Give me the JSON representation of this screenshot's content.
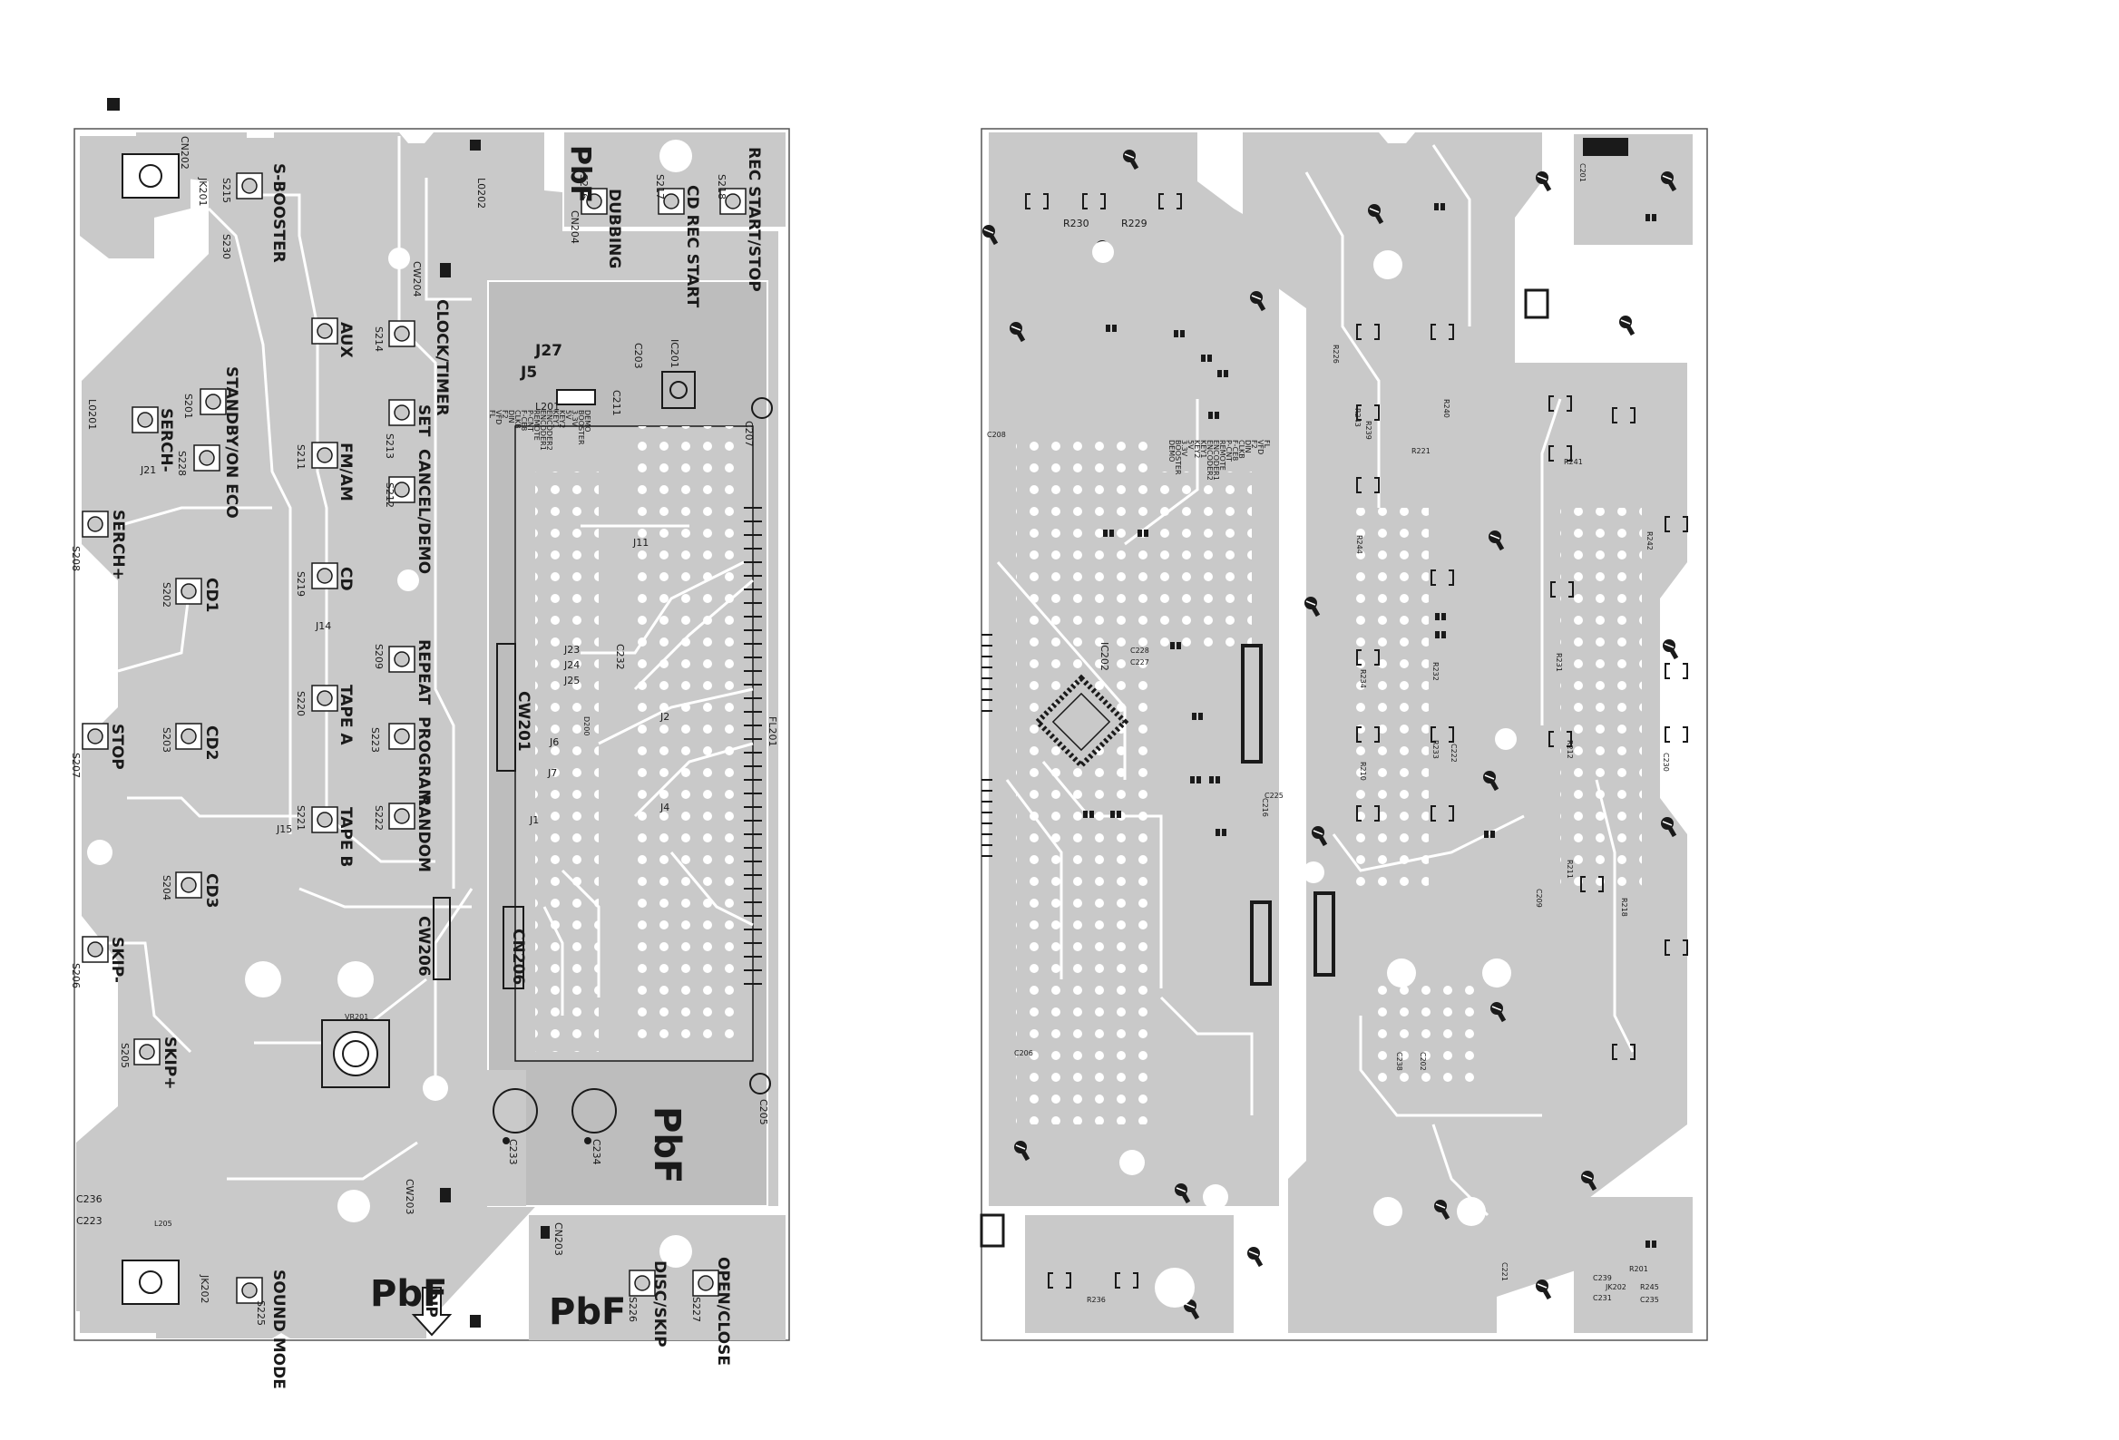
{
  "board_left": {
    "switch_labels": [
      {
        "id": "sboost",
        "text": "S-BOOSTER"
      },
      {
        "id": "standby",
        "text": "STANDBY/ON ECO"
      },
      {
        "id": "serch_m",
        "text": "SERCH-"
      },
      {
        "id": "serch_p",
        "text": "SERCH+"
      },
      {
        "id": "aux",
        "text": "AUX"
      },
      {
        "id": "fmam",
        "text": "FM/AM"
      },
      {
        "id": "clock",
        "text": "CLOCK/TIMER"
      },
      {
        "id": "set",
        "text": "SET"
      },
      {
        "id": "cancel",
        "text": "CANCEL/DEMO"
      },
      {
        "id": "cd",
        "text": "CD"
      },
      {
        "id": "cd1",
        "text": "CD1"
      },
      {
        "id": "cd2",
        "text": "CD2"
      },
      {
        "id": "cd3",
        "text": "CD3"
      },
      {
        "id": "stop",
        "text": "STOP"
      },
      {
        "id": "repeat",
        "text": "REPEAT"
      },
      {
        "id": "tapea",
        "text": "TAPE A"
      },
      {
        "id": "program",
        "text": "PROGRAM"
      },
      {
        "id": "random",
        "text": "RANDOM"
      },
      {
        "id": "tapeb",
        "text": "TAPE B"
      },
      {
        "id": "skip_m",
        "text": "SKIP-"
      },
      {
        "id": "skip_p",
        "text": "SKIP+"
      },
      {
        "id": "sound",
        "text": "SOUND MODE"
      },
      {
        "id": "dubbing",
        "text": "DUBBING"
      },
      {
        "id": "cdrec",
        "text": "CD REC START"
      },
      {
        "id": "recss",
        "text": "REC START/STOP"
      },
      {
        "id": "discskip",
        "text": "DISC/SKIP"
      },
      {
        "id": "openclose",
        "text": "OPEN/CLOSE"
      }
    ],
    "component_labels": [
      {
        "id": "s215",
        "text": "S215"
      },
      {
        "id": "s230",
        "text": "S230"
      },
      {
        "id": "s214",
        "text": "S214"
      },
      {
        "id": "s201",
        "text": "S201"
      },
      {
        "id": "s228",
        "text": "S228"
      },
      {
        "id": "s211",
        "text": "S211"
      },
      {
        "id": "s213",
        "text": "S213"
      },
      {
        "id": "s212",
        "text": "S212"
      },
      {
        "id": "s208",
        "text": "S208"
      },
      {
        "id": "s202",
        "text": "S202"
      },
      {
        "id": "s219",
        "text": "S219"
      },
      {
        "id": "s209",
        "text": "S209"
      },
      {
        "id": "s207",
        "text": "S207"
      },
      {
        "id": "s203",
        "text": "S203"
      },
      {
        "id": "s220",
        "text": "S220"
      },
      {
        "id": "s223",
        "text": "S223"
      },
      {
        "id": "s204",
        "text": "S204"
      },
      {
        "id": "s221",
        "text": "S221"
      },
      {
        "id": "s222",
        "text": "S222"
      },
      {
        "id": "s206",
        "text": "S206"
      },
      {
        "id": "s205",
        "text": "S205"
      },
      {
        "id": "s225",
        "text": "S225"
      },
      {
        "id": "s216",
        "text": "S216"
      },
      {
        "id": "s217",
        "text": "S217"
      },
      {
        "id": "s218",
        "text": "S218"
      },
      {
        "id": "s226",
        "text": "S226"
      },
      {
        "id": "s227",
        "text": "S227"
      },
      {
        "id": "l0202",
        "text": "L0202"
      },
      {
        "id": "l0201",
        "text": "L0201"
      },
      {
        "id": "cw204",
        "text": "CW204"
      },
      {
        "id": "cw201",
        "text": "CW201"
      },
      {
        "id": "cw206",
        "text": "CW206"
      },
      {
        "id": "cw203",
        "text": "CW203"
      },
      {
        "id": "cn202",
        "text": "CN202"
      },
      {
        "id": "cn206",
        "text": "CN206"
      },
      {
        "id": "cn204",
        "text": "CN204"
      },
      {
        "id": "cn203",
        "text": "CN203"
      },
      {
        "id": "jk201",
        "text": "JK201"
      },
      {
        "id": "jk202",
        "text": "JK202"
      },
      {
        "id": "c236",
        "text": "C236"
      },
      {
        "id": "c223",
        "text": "C223"
      },
      {
        "id": "c233",
        "text": "C233"
      },
      {
        "id": "c234",
        "text": "C234"
      },
      {
        "id": "c205",
        "text": "C205"
      },
      {
        "id": "c207",
        "text": "C207"
      },
      {
        "id": "c203",
        "text": "C203"
      },
      {
        "id": "c211",
        "text": "C211"
      },
      {
        "id": "c232",
        "text": "C232"
      },
      {
        "id": "j27",
        "text": "J27"
      },
      {
        "id": "j5",
        "text": "J5"
      },
      {
        "id": "j11",
        "text": "J11"
      },
      {
        "id": "j23",
        "text": "J23"
      },
      {
        "id": "j24",
        "text": "J24"
      },
      {
        "id": "j25",
        "text": "J25"
      },
      {
        "id": "j2",
        "text": "J2"
      },
      {
        "id": "j6",
        "text": "J6"
      },
      {
        "id": "j7",
        "text": "J7"
      },
      {
        "id": "j1",
        "text": "J1"
      },
      {
        "id": "j4",
        "text": "J4"
      },
      {
        "id": "j21",
        "text": "J21"
      },
      {
        "id": "j15",
        "text": "J15"
      },
      {
        "id": "j14",
        "text": "J14"
      },
      {
        "id": "l201",
        "text": "L201"
      },
      {
        "id": "ic201",
        "text": "IC201"
      },
      {
        "id": "fl201",
        "text": "FL201"
      },
      {
        "id": "vr201",
        "text": "VR201"
      },
      {
        "id": "l205",
        "text": "L205"
      },
      {
        "id": "d200",
        "text": "D200"
      }
    ],
    "pin_labels": [
      "FL",
      "VFD",
      "F2",
      "DIN",
      "CLKB",
      "F-CE8",
      "P-CNT",
      "REMOTE",
      "ENCODER1",
      "ENCODER2",
      "KEY1",
      "KEY2",
      "5V",
      "3.3V",
      "BOOSTER",
      "DEMO"
    ],
    "markings": [
      {
        "id": "pbf1",
        "text": "PbF"
      },
      {
        "id": "pbf2",
        "text": "PbF"
      },
      {
        "id": "pbf3",
        "text": "PbF"
      },
      {
        "id": "pbf4",
        "text": "PbF"
      },
      {
        "id": "dip",
        "text": "DIP"
      }
    ]
  },
  "board_right": {
    "component_labels": [
      {
        "id": "r230",
        "text": "R230"
      },
      {
        "id": "r229",
        "text": "R229"
      },
      {
        "id": "c208",
        "text": "C208"
      },
      {
        "id": "c206",
        "text": "C206"
      },
      {
        "id": "ic202",
        "text": "IC202"
      },
      {
        "id": "c228",
        "text": "C228"
      },
      {
        "id": "c227",
        "text": "C227"
      },
      {
        "id": "c225",
        "text": "C225"
      },
      {
        "id": "r236",
        "text": "R236"
      },
      {
        "id": "r226",
        "text": "R226"
      },
      {
        "id": "r218",
        "text": "R218"
      },
      {
        "id": "r241",
        "text": "R241"
      },
      {
        "id": "c201",
        "text": "C201"
      },
      {
        "id": "r201",
        "text": "R201"
      },
      {
        "id": "jk202r",
        "text": "JK202"
      },
      {
        "id": "c231",
        "text": "C231"
      },
      {
        "id": "r239",
        "text": "R239"
      },
      {
        "id": "r245",
        "text": "R245"
      },
      {
        "id": "c235",
        "text": "C235"
      },
      {
        "id": "c222",
        "text": "C222"
      },
      {
        "id": "r240",
        "text": "R240"
      },
      {
        "id": "r243",
        "text": "R243"
      },
      {
        "id": "r244",
        "text": "R244"
      },
      {
        "id": "c230",
        "text": "C230"
      },
      {
        "id": "r212",
        "text": "R212"
      },
      {
        "id": "r211",
        "text": "R211"
      },
      {
        "id": "c238",
        "text": "C238"
      },
      {
        "id": "c202",
        "text": "C202"
      },
      {
        "id": "r242",
        "text": "R242"
      },
      {
        "id": "r210",
        "text": "R210"
      },
      {
        "id": "r234",
        "text": "R234"
      },
      {
        "id": "r233",
        "text": "R233"
      },
      {
        "id": "r232",
        "text": "R232"
      },
      {
        "id": "r231",
        "text": "R231"
      },
      {
        "id": "c209",
        "text": "C209"
      },
      {
        "id": "c239",
        "text": "C239"
      },
      {
        "id": "c221",
        "text": "C221"
      },
      {
        "id": "r221",
        "text": "R221"
      },
      {
        "id": "c216",
        "text": "C216"
      }
    ],
    "pin_labels": [
      "FL",
      "VFD",
      "F2",
      "DIN",
      "CLKB",
      "F-CE8",
      "P-CNT",
      "REMOTE",
      "ENCODER1",
      "ENCODER2",
      "KEY1",
      "KEY2",
      "5V",
      "3.3V",
      "BOOSTER",
      "DEMO"
    ]
  },
  "colors": {
    "board": "#c9c9c9",
    "trace": "#ffffff",
    "ink": "#1a1a1a",
    "outline": "#555555"
  }
}
